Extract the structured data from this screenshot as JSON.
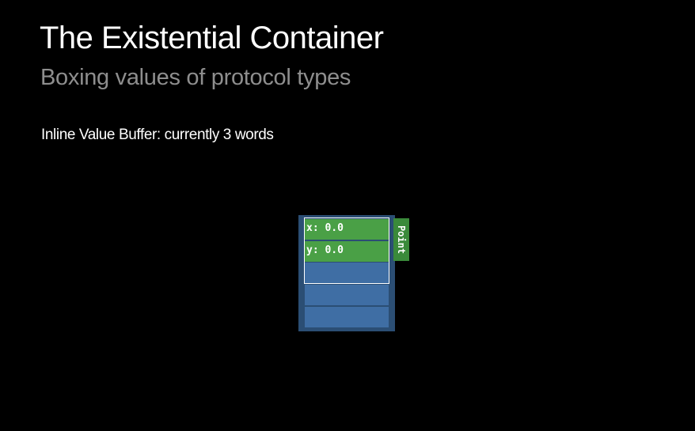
{
  "slide": {
    "title": "The Existential Container",
    "subtitle": "Boxing values of protocol types",
    "caption": "Inline Value Buffer: currently 3 words"
  },
  "diagram": {
    "value_fields": [
      {
        "label": "x: 0.0"
      },
      {
        "label": "y: 0.0"
      }
    ],
    "type_tag": "Point",
    "buffer_word_count": 3,
    "total_slot_count": 5,
    "filled_slot_count": 2,
    "colors": {
      "background": "#000000",
      "container": "#2b4e74",
      "empty_slot": "#3f6ea4",
      "filled_slot": "#4aa046",
      "type_tag": "#3a8a3a",
      "buffer_outline": "#ffffff",
      "title": "#ffffff",
      "subtitle": "#8e8e8e"
    }
  }
}
